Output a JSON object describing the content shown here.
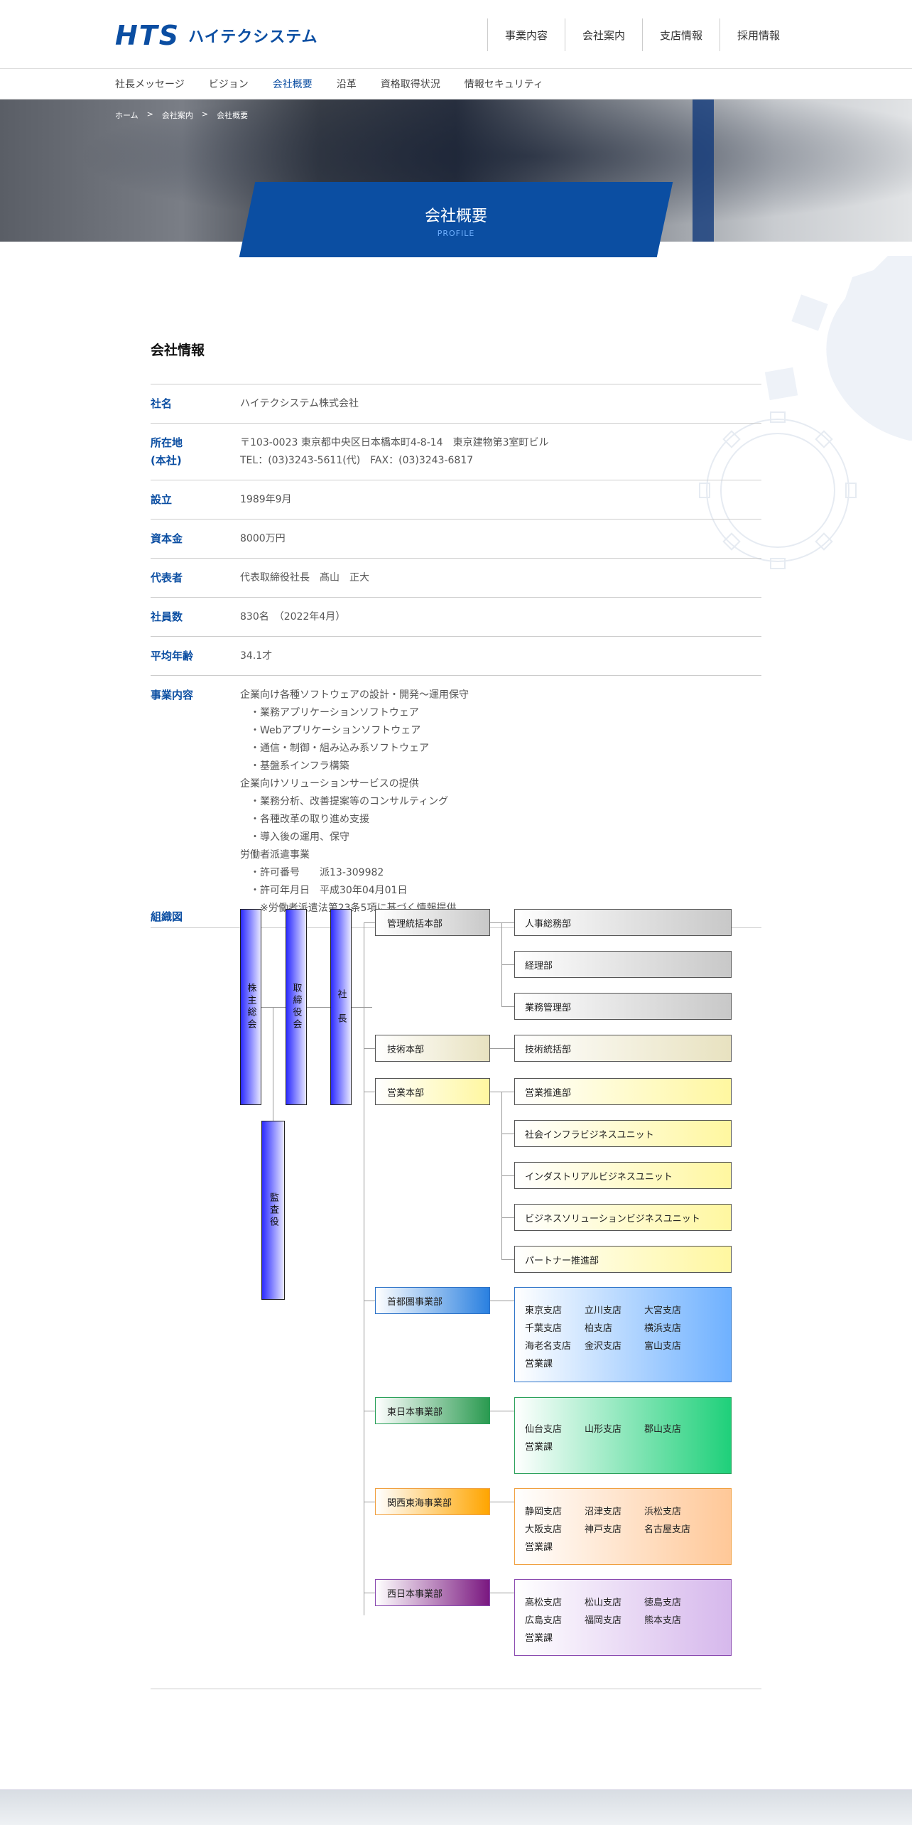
{
  "brand": {
    "mark": "HTS",
    "name": "ハイテクシステム"
  },
  "main_nav": [
    "事業内容",
    "会社案内",
    "支店情報",
    "採用情報"
  ],
  "sub_nav": [
    "社長メッセージ",
    "ビジョン",
    "会社概要",
    "沿革",
    "資格取得状況",
    "情報セキュリティ"
  ],
  "breadcrumb": [
    "ホーム",
    ">",
    "会社案内",
    ">",
    "会社概要"
  ],
  "page_title": {
    "jp": "会社概要",
    "en": "PROFILE"
  },
  "section_title": "会社情報",
  "info_rows": [
    {
      "k": "社名",
      "v": "ハイテクシステム株式会社"
    },
    {
      "k": "所在地\n(本社)",
      "v": "〒103-0023 東京都中央区日本橋本町4-8-14　東京建物第3室町ビル\nTEL：(03)3243-5611(代)　FAX：(03)3243-6817"
    },
    {
      "k": "設立",
      "v": "1989年9月"
    },
    {
      "k": "資本金",
      "v": "8000万円"
    },
    {
      "k": "代表者",
      "v": "代表取締役社長　髙山　正大"
    },
    {
      "k": "社員数",
      "v": "830名　（2022年4月）"
    },
    {
      "k": "平均年齢",
      "v": "34.1才"
    },
    {
      "k": "事業内容",
      "v": "企業向け各種ソフトウェアの設計・開発～運用保守\n　・業務アプリケーションソフトウェア\n　・Webアプリケーションソフトウェア\n　・通信・制御・組み込み系ソフトウェア\n　・基盤系インフラ構築\n企業向けソリューションサービスの提供\n　・業務分析、改善提案等のコンサルティング\n　・各種改革の取り進め支援\n　・導入後の運用、保守\n労働者派遣事業\n　・許可番号　　派13-309982\n　・許可年月日　平成30年04月01日\n　　※労働者派遣法第23条5項に基づく情報提供"
    }
  ],
  "org": {
    "label": "組織図",
    "shareholders": "株主総会",
    "board": "取締役会",
    "president": "社　長",
    "auditor": "監査役",
    "divisions": [
      {
        "name": "管理統括本部",
        "units": [
          "人事総務部",
          "経理部",
          "業務管理部"
        ]
      },
      {
        "name": "技術本部",
        "units": [
          "技術統括部"
        ]
      },
      {
        "name": "営業本部",
        "units": [
          "営業推進部",
          "社会インフラビジネスユニット",
          "インダストリアルビジネスユニット",
          "ビジネスソリューションビジネスユニット",
          "パートナー推進部"
        ]
      },
      {
        "name": "首都圏事業部",
        "branches": [
          "東京支店",
          "立川支店",
          "大宮支店",
          "千葉支店",
          "柏支店",
          "横浜支店",
          "海老名支店",
          "金沢支店",
          "富山支店",
          "営業課"
        ]
      },
      {
        "name": "東日本事業部",
        "branches": [
          "仙台支店",
          "山形支店",
          "郡山支店",
          "営業課"
        ]
      },
      {
        "name": "関西東海事業部",
        "branches": [
          "静岡支店",
          "沼津支店",
          "浜松支店",
          "大阪支店",
          "神戸支店",
          "名古屋支店",
          "営業課"
        ]
      },
      {
        "name": "西日本事業部",
        "branches": [
          "高松支店",
          "松山支店",
          "徳島支店",
          "広島支店",
          "福岡支店",
          "熊本支店",
          "営業課"
        ]
      }
    ]
  },
  "colors": {
    "brand_blue": "#0b4ea2",
    "accent_light_blue": "#6fb0ff"
  }
}
